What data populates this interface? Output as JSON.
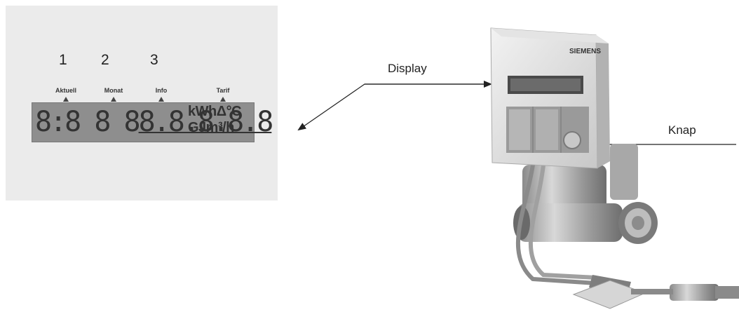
{
  "lcd": {
    "position_numbers": [
      "1",
      "2",
      "3"
    ],
    "mode_labels": [
      "Aktuell",
      "Monat",
      "Info",
      "Tarif"
    ],
    "digits_left": "8:8 8 8",
    "digits_underlined": "8.8.8.8.8",
    "units_top": "kWh",
    "units_top_symbol": "Δ°C",
    "units_bottom": "GJm³/h"
  },
  "device": {
    "brand": "SIEMENS"
  },
  "callouts": {
    "display": "Display",
    "knap": "Knap"
  }
}
